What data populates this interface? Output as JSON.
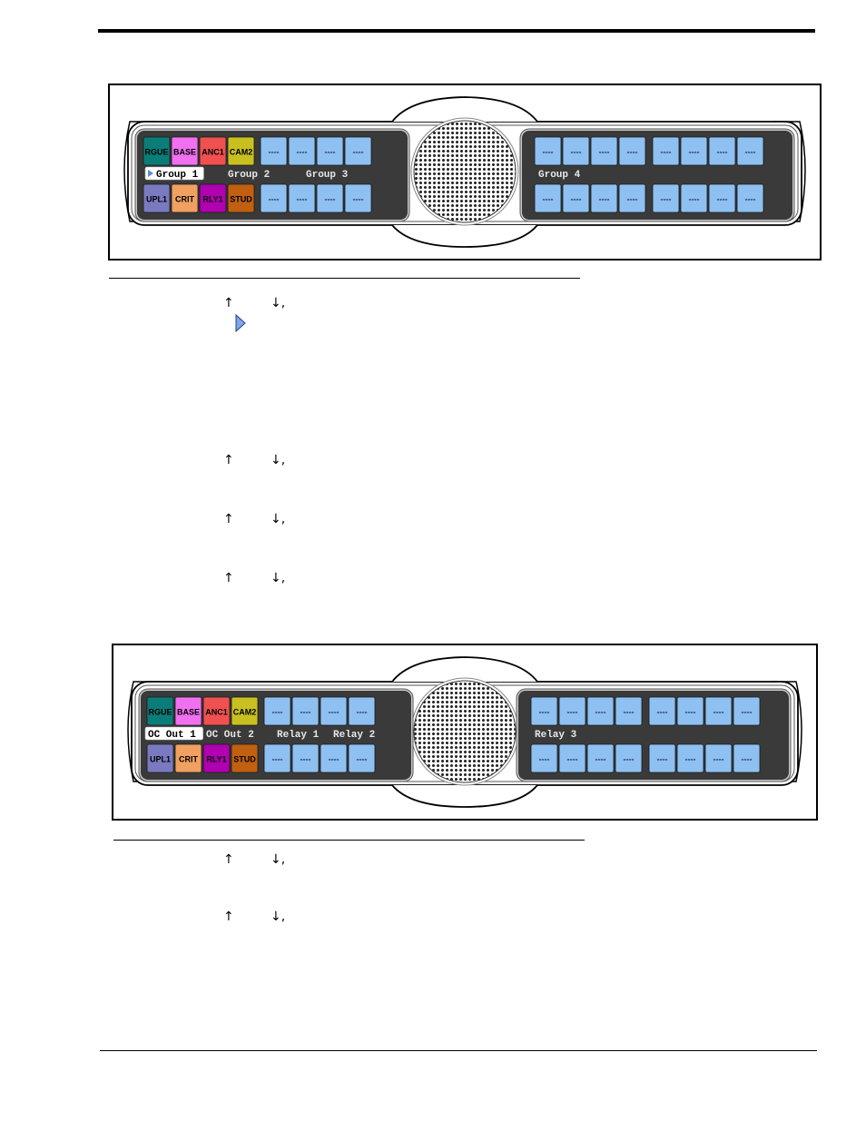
{
  "arrows": {
    "up": "↑",
    "down": "↓,",
    "comma": ""
  },
  "panels": [
    {
      "top_keys": [
        "RGUE",
        "BASE",
        "ANC1",
        "CAM2"
      ],
      "top_colors": [
        "#0b7d78",
        "#f070f0",
        "#f05050",
        "#c8c020"
      ],
      "bottom_keys": [
        "UPL1",
        "CRIT",
        "RLY1",
        "STUD"
      ],
      "bottom_colors": [
        "#7a7ac0",
        "#f0a060",
        "#b000b0",
        "#c06010"
      ],
      "blank_key": "----",
      "left_labels": [
        "Group 1",
        "Group 2",
        "Group 3"
      ],
      "right_label": "Group 4",
      "selected_index": 0,
      "selected_has_pointer": true
    },
    {
      "top_keys": [
        "RGUE",
        "BASE",
        "ANC1",
        "CAM2"
      ],
      "top_colors": [
        "#0b7d78",
        "#f070f0",
        "#f05050",
        "#c8c020"
      ],
      "bottom_keys": [
        "UPL1",
        "CRIT",
        "RLY1",
        "STUD"
      ],
      "bottom_colors": [
        "#7a7ac0",
        "#f0a060",
        "#b000b0",
        "#c06010"
      ],
      "blank_key": "----",
      "left_labels": [
        "OC Out 1",
        "OC Out 2",
        "Relay 1",
        "Relay 2"
      ],
      "right_label": "Relay 3",
      "selected_index": 0,
      "selected_has_pointer": false
    }
  ]
}
